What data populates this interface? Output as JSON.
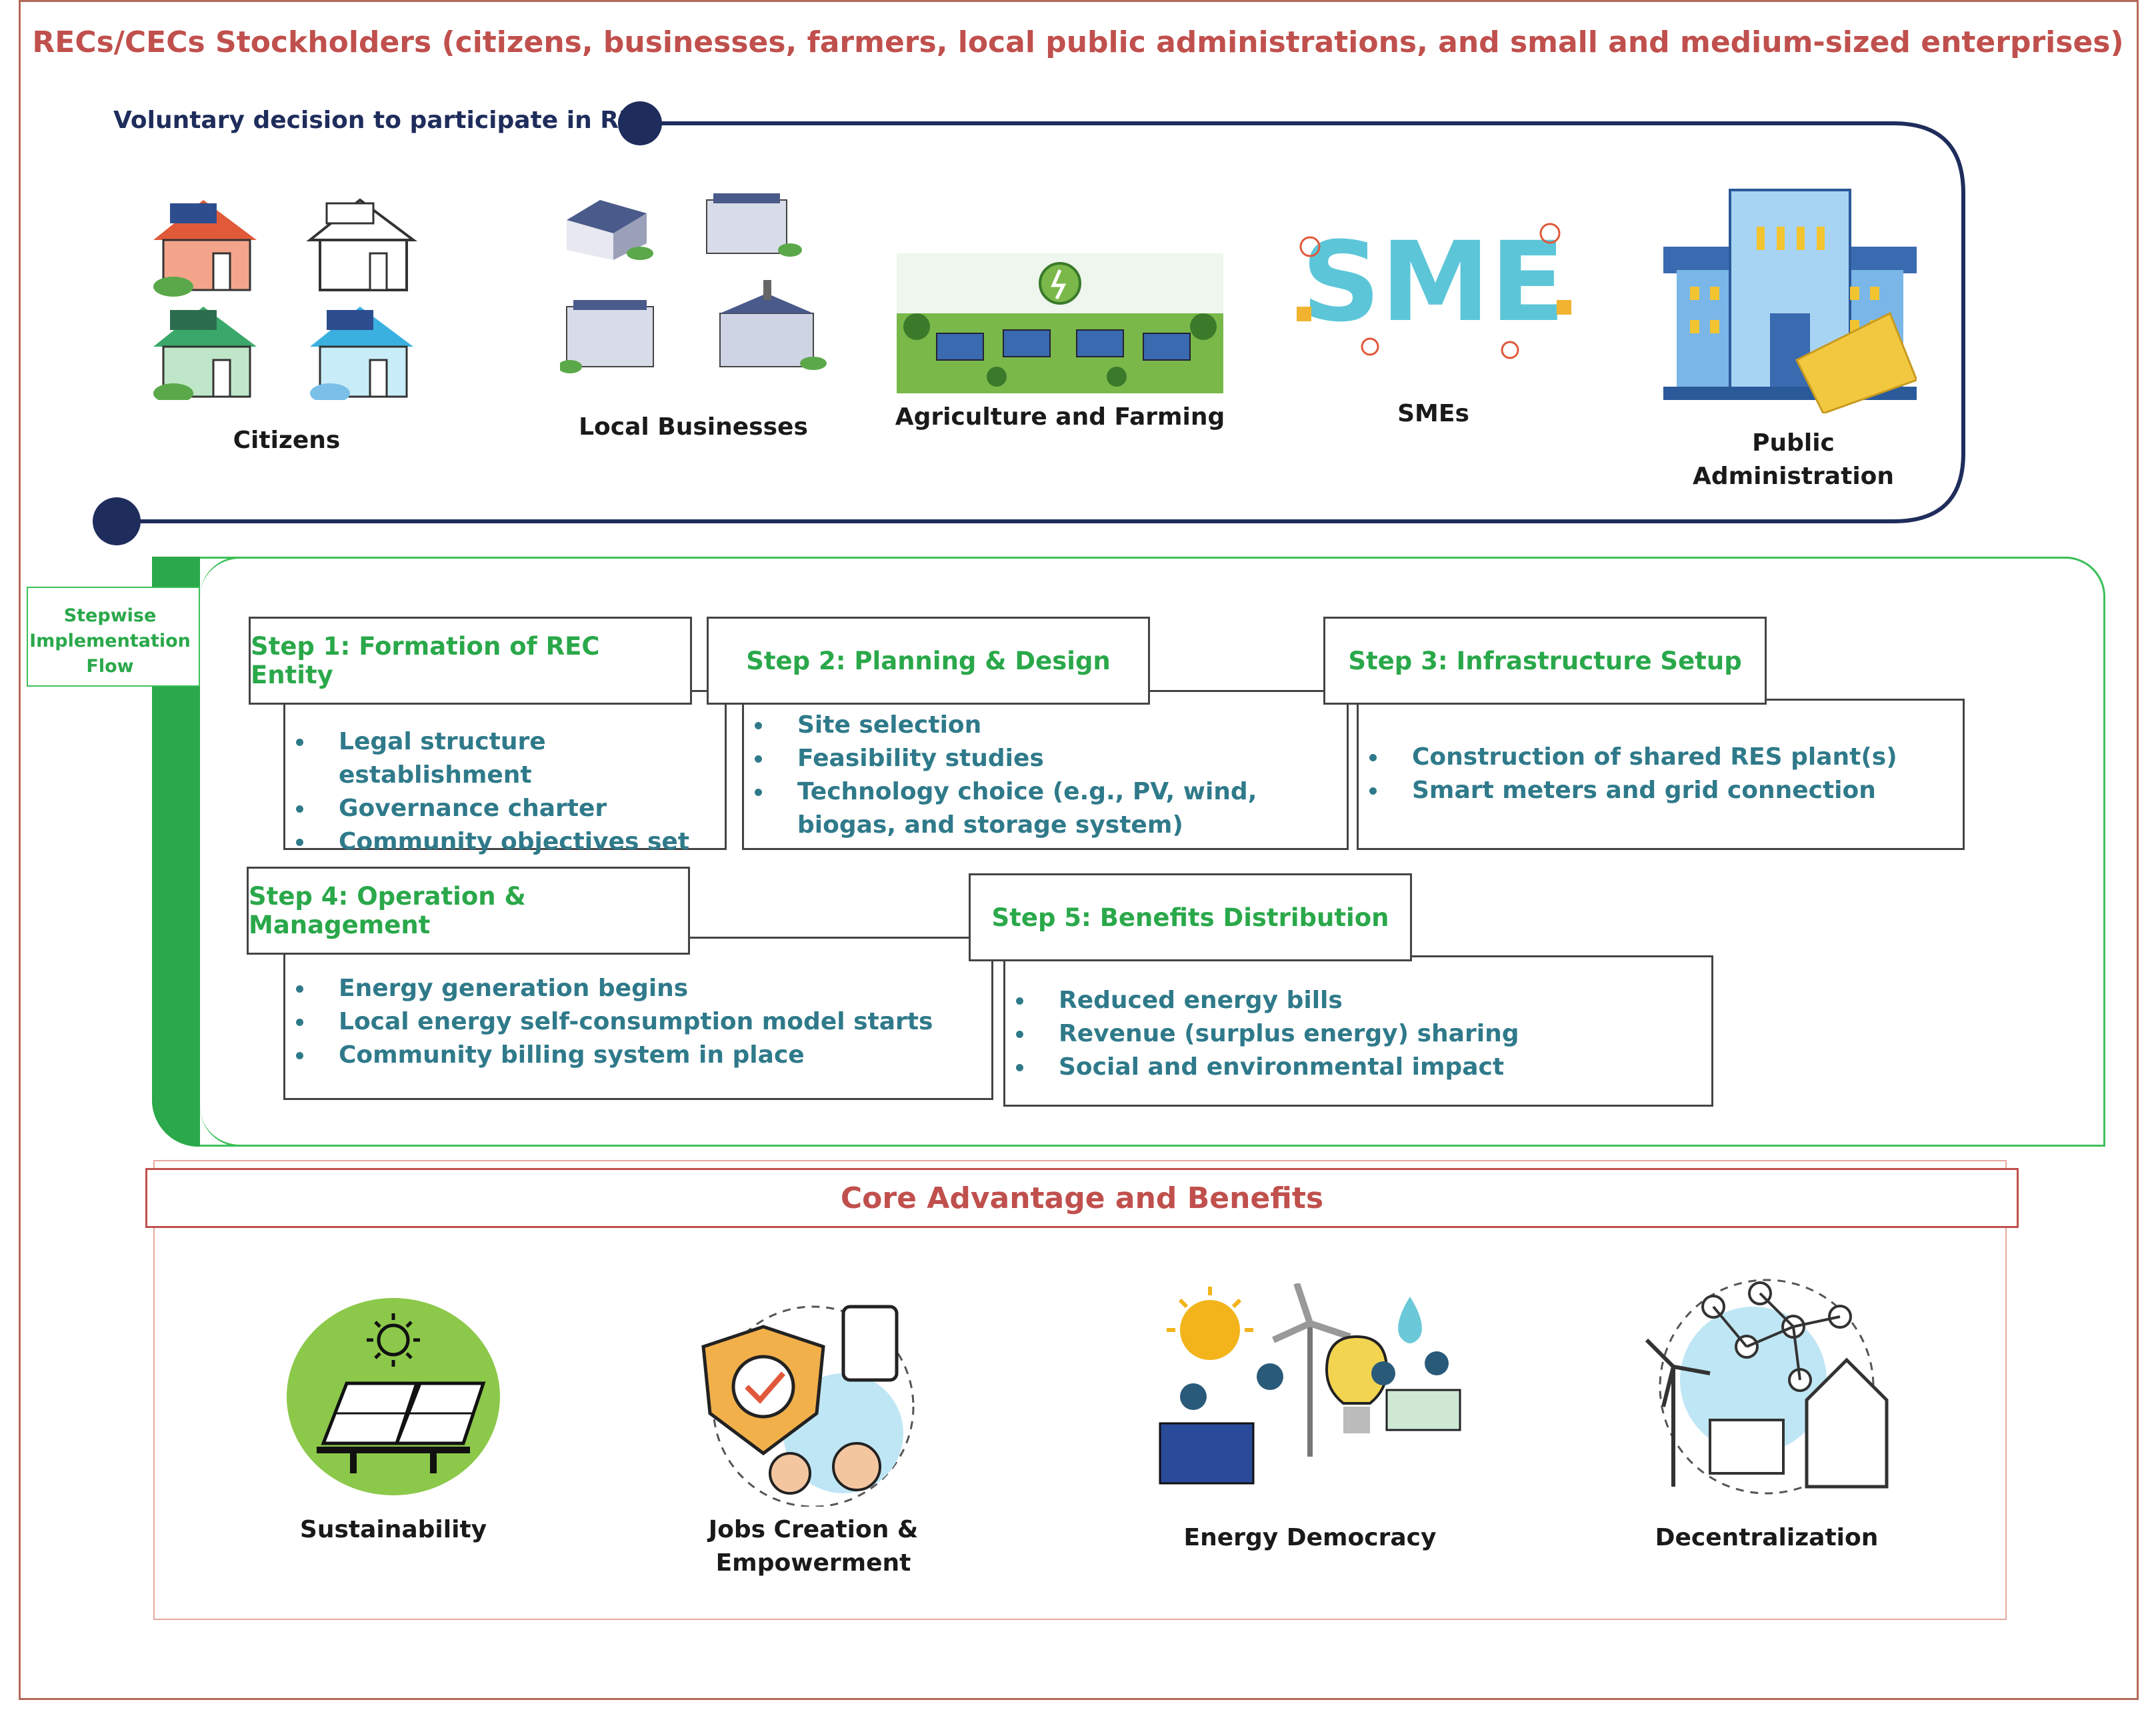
{
  "title": "RECs/CECs Stockholders (citizens, businesses, farmers, local public administrations, and small and medium-sized enterprises)",
  "voluntary_label": "Voluntary decision to participate in REC",
  "stakeholders": [
    {
      "label": "Citizens"
    },
    {
      "label": "Local Businesses"
    },
    {
      "label": "Agriculture and Farming"
    },
    {
      "label": "SMEs"
    },
    {
      "label": "Public Administration"
    }
  ],
  "sme_logo_text": "SME",
  "flow_label": "Stepwise Implementation Flow",
  "steps": [
    {
      "title": "Step 1: Formation of REC Entity",
      "items": [
        "Legal structure establishment",
        "Governance charter",
        "Community objectives set"
      ]
    },
    {
      "title": "Step 2: Planning & Design",
      "items": [
        "Site selection",
        "Feasibility studies",
        "Technology choice (e.g., PV, wind, biogas, and storage system)"
      ]
    },
    {
      "title": "Step 3: Infrastructure Setup",
      "items": [
        "Construction of shared RES plant(s)",
        "Smart meters and grid connection"
      ]
    },
    {
      "title": "Step 4: Operation & Management",
      "items": [
        "Energy generation begins",
        "Local energy self-consumption model starts",
        "Community billing system in place"
      ]
    },
    {
      "title": "Step 5: Benefits Distribution",
      "items": [
        "Reduced energy bills",
        "Revenue (surplus energy) sharing",
        "Social and environmental impact"
      ]
    }
  ],
  "benefits_title": "Core Advantage and Benefits",
  "benefits": [
    {
      "label": "Sustainability"
    },
    {
      "label": "Jobs Creation & Empowerment"
    },
    {
      "label": "Energy Democracy"
    },
    {
      "label": "Decentralization"
    }
  ],
  "colors": {
    "title": "#c0504d",
    "navy": "#1f2d5c",
    "green": "#2aa84a",
    "teal_text": "#2f7a8a"
  }
}
